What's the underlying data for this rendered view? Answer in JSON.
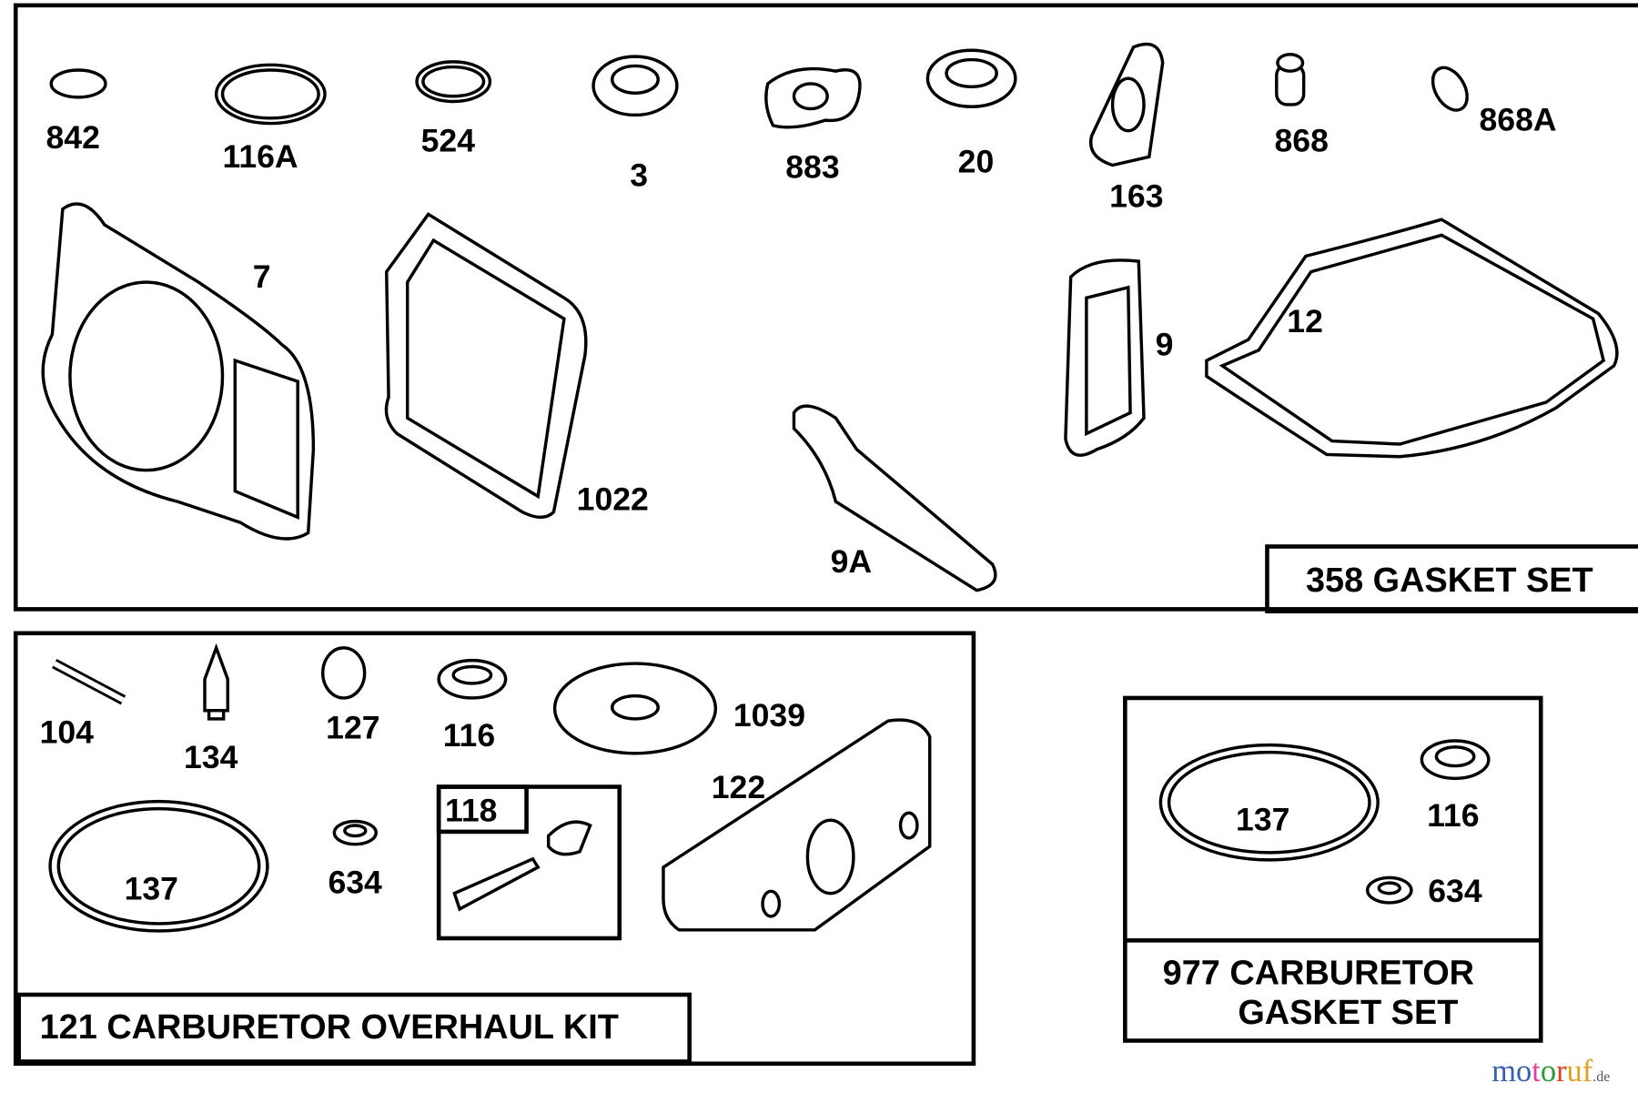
{
  "sets": {
    "gasket_set": "358 GASKET SET",
    "overhaul_kit": "121 CARBURETOR OVERHAUL KIT",
    "carb_gasket_line1": "977 CARBURETOR",
    "carb_gasket_line2": "GASKET SET"
  },
  "parts": {
    "p842": "842",
    "p116A": "116A",
    "p524": "524",
    "p3": "3",
    "p883": "883",
    "p20": "20",
    "p163": "163",
    "p868": "868",
    "p868A": "868A",
    "p7": "7",
    "p1022": "1022",
    "p9A": "9A",
    "p9": "9",
    "p12": "12",
    "p104": "104",
    "p134": "134",
    "p127": "127",
    "p116": "116",
    "p1039": "1039",
    "p137": "137",
    "p634": "634",
    "p118": "118",
    "p122": "122",
    "c137": "137",
    "c116": "116",
    "c634": "634"
  },
  "watermark": {
    "text": "motoruf",
    "suffix": ".de",
    "colors": [
      "#3b5fb0",
      "#3b5fb0",
      "#e0409a",
      "#2a9a3a",
      "#e04020",
      "#e0a020",
      "#e0a020"
    ]
  }
}
